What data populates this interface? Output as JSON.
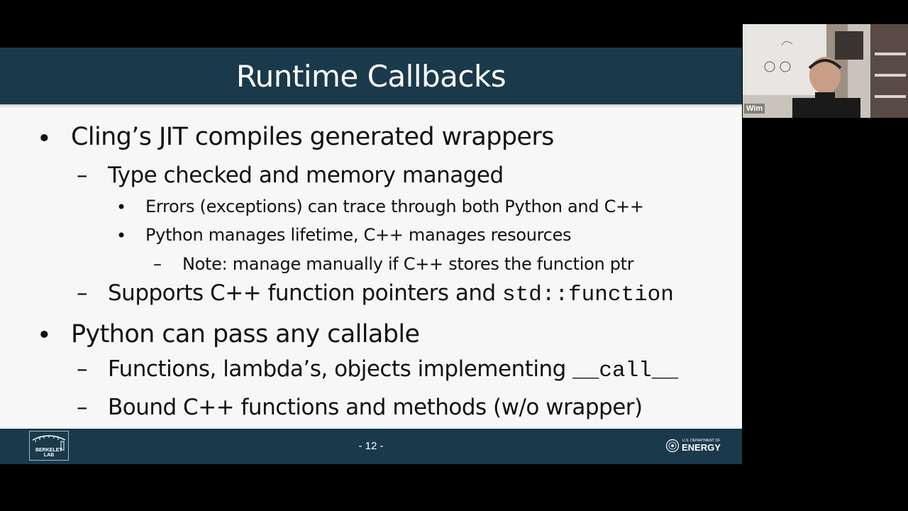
{
  "slide": {
    "title": "Runtime Callbacks",
    "bullets": [
      {
        "marker": "•",
        "text": "Cling’s JIT compiles generated wrappers"
      },
      {
        "marker": "–",
        "text": "Type checked and memory managed"
      },
      {
        "marker": "•",
        "text": "Errors (exceptions) can trace through both Python and C++"
      },
      {
        "marker": "•",
        "text": "Python manages lifetime, C++ manages resources"
      },
      {
        "marker": "–",
        "text": "Note: manage manually if C++ stores the function ptr"
      },
      {
        "marker": "–",
        "text": "Supports C++ function pointers and ",
        "code": "std::function"
      },
      {
        "marker": "•",
        "text": "Python can pass any callable"
      },
      {
        "marker": "–",
        "text": "Functions, lambda’s, objects implementing ",
        "code": "__call__"
      },
      {
        "marker": "–",
        "text": "Bound C++ functions and methods (w/o wrapper)"
      }
    ],
    "page_number": "- 12 -",
    "logo_left": "BERKELEY LAB",
    "logo_right_small": "U.S. DEPARTMENT OF",
    "logo_right_big": "ENERGY"
  },
  "video": {
    "participant_name": "Wim"
  },
  "colors": {
    "bar": "#1a3a4c",
    "slide_bg": "#f7f7f7",
    "text": "#111111"
  }
}
